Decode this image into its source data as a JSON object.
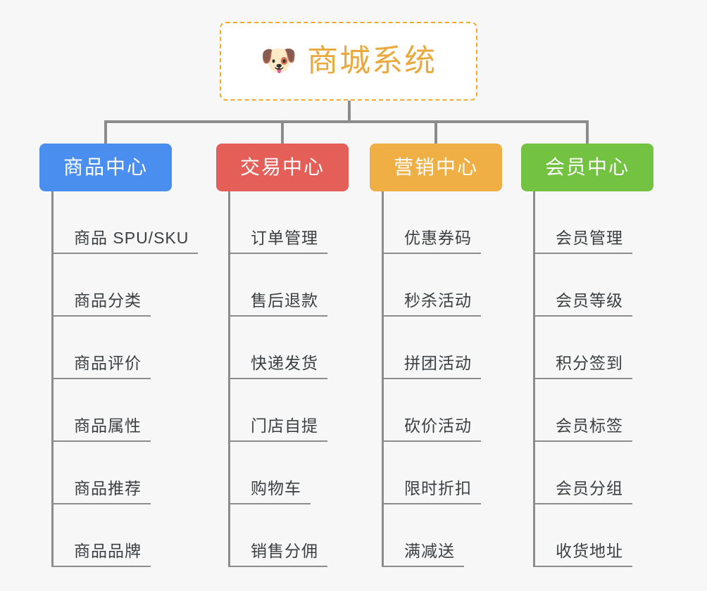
{
  "root": {
    "icon": "dog-face-emoji",
    "icon_glyph": "🐶",
    "title": "商城系统",
    "border_color": "#f0ab2d",
    "text_color": "#e9a93c"
  },
  "connector_color": "#8c8c8c",
  "background_color": "#f7f7f7",
  "branches": [
    {
      "title": "商品中心",
      "color": "#4a8ef0",
      "items": [
        {
          "label": "商品 SPU/SKU"
        },
        {
          "label": "商品分类"
        },
        {
          "label": "商品评价"
        },
        {
          "label": "商品属性"
        },
        {
          "label": "商品推荐"
        },
        {
          "label": "商品品牌"
        }
      ]
    },
    {
      "title": "交易中心",
      "color": "#e55f59",
      "items": [
        {
          "label": "订单管理"
        },
        {
          "label": "售后退款"
        },
        {
          "label": "快递发货"
        },
        {
          "label": "门店自提"
        },
        {
          "label": "购物车"
        },
        {
          "label": "销售分佣"
        }
      ]
    },
    {
      "title": "营销中心",
      "color": "#efaf44",
      "items": [
        {
          "label": "优惠券码"
        },
        {
          "label": "秒杀活动"
        },
        {
          "label": "拼团活动"
        },
        {
          "label": "砍价活动"
        },
        {
          "label": "限时折扣"
        },
        {
          "label": "满减送"
        }
      ]
    },
    {
      "title": "会员中心",
      "color": "#73c242",
      "items": [
        {
          "label": "会员管理"
        },
        {
          "label": "会员等级"
        },
        {
          "label": "积分签到"
        },
        {
          "label": "会员标签"
        },
        {
          "label": "会员分组"
        },
        {
          "label": "收货地址"
        }
      ]
    }
  ]
}
